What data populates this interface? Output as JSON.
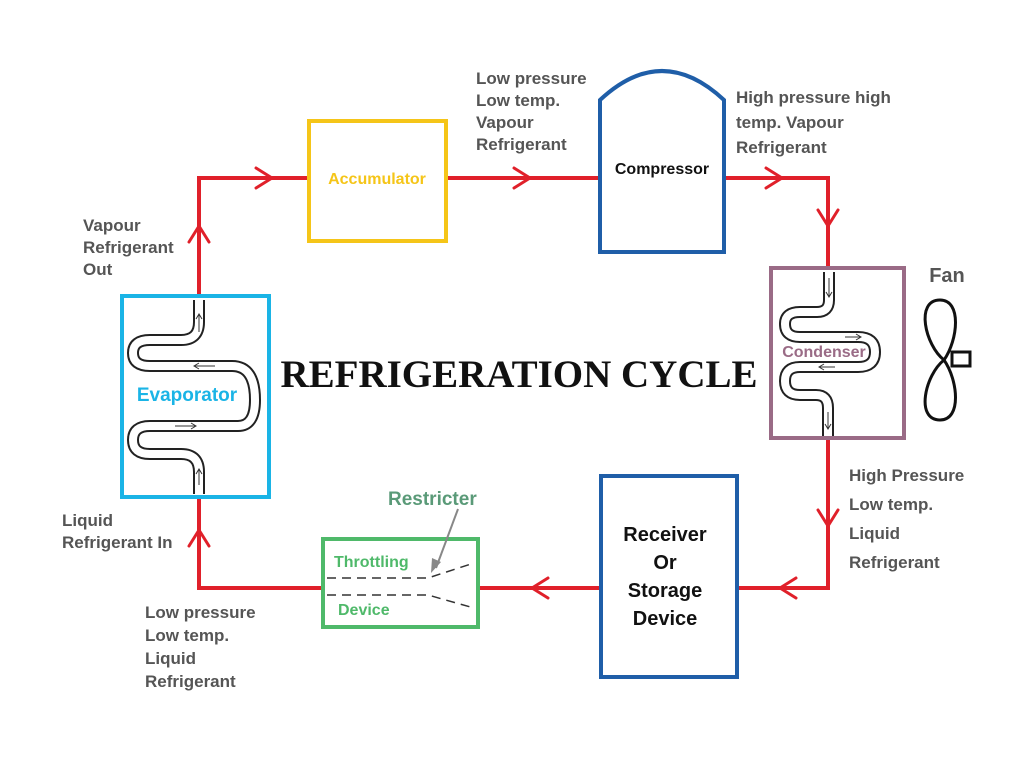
{
  "title": "REFRIGERATION CYCLE",
  "components": {
    "accumulator": "Accumulator",
    "compressor": "Compressor",
    "condenser": "Condenser",
    "fan": "Fan",
    "evaporator": "Evaporator",
    "receiver": [
      "Receiver",
      "Or",
      "Storage",
      "Device"
    ],
    "throttling": [
      "Throttling",
      "Device"
    ],
    "restricter": "Restricter"
  },
  "annotations": {
    "vapour_out": [
      "Vapour",
      "Refrigerant",
      "Out"
    ],
    "low_pressure_vapour": [
      "Low pressure",
      "Low temp.",
      "Vapour",
      "Refrigerant"
    ],
    "high_pressure_vapour": [
      "High pressure high",
      "temp. Vapour",
      "Refrigerant"
    ],
    "high_pressure_liquid": [
      "High Pressure",
      "Low temp.",
      "Liquid",
      "Refrigerant"
    ],
    "low_pressure_liquid": [
      "Low pressure",
      "Low temp.",
      "Liquid",
      "Refrigerant"
    ],
    "liquid_in": [
      "Liquid",
      "Refrigerant In"
    ]
  },
  "colors": {
    "pipe": "#e0202a",
    "accumulator": "#f5c518",
    "compressor": "#1f5ea8",
    "receiver": "#1f5ea8",
    "condenser": "#9a6b86",
    "evaporator": "#1ab4e6",
    "throttling": "#4fb96a",
    "restricter": "#5a9a78"
  }
}
